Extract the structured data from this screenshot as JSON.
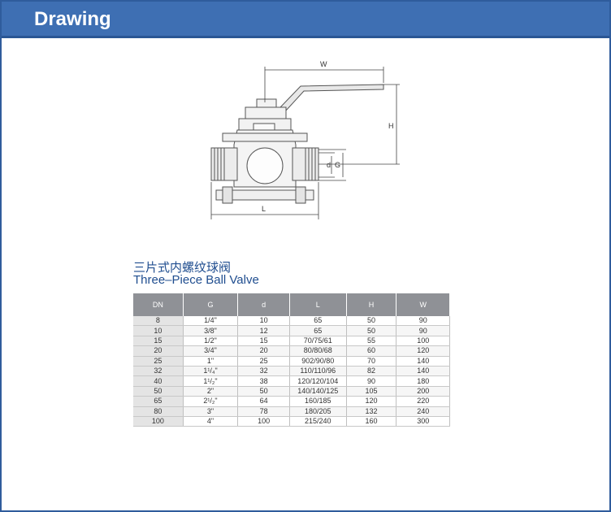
{
  "header": {
    "title": "Drawing"
  },
  "drawing": {
    "labels": {
      "w": "W",
      "h": "H",
      "d": "d",
      "g": "G",
      "l": "L"
    }
  },
  "product": {
    "title_cn": "三片式内螺纹球阀",
    "title_en": "Three–Piece Ball Valve"
  },
  "table": {
    "columns": [
      "DN",
      "G",
      "d",
      "L",
      "H",
      "W"
    ],
    "rows": [
      [
        "8",
        "1/4\"",
        "10",
        "65",
        "50",
        "90"
      ],
      [
        "10",
        "3/8\"",
        "12",
        "65",
        "50",
        "90"
      ],
      [
        "15",
        "1/2\"",
        "15",
        "70/75/61",
        "55",
        "100"
      ],
      [
        "20",
        "3/4\"",
        "20",
        "80/80/68",
        "60",
        "120"
      ],
      [
        "25",
        "1\"",
        "25",
        "902/90/80",
        "70",
        "140"
      ],
      [
        "32",
        "1¹/₄\"",
        "32",
        "110/110/96",
        "82",
        "140"
      ],
      [
        "40",
        "1¹/₂\"",
        "38",
        "120/120/104",
        "90",
        "180"
      ],
      [
        "50",
        "2\"",
        "50",
        "140/140/125",
        "105",
        "200"
      ],
      [
        "65",
        "2¹/₂\"",
        "64",
        "160/185",
        "120",
        "220"
      ],
      [
        "80",
        "3\"",
        "78",
        "180/205",
        "132",
        "240"
      ],
      [
        "100",
        "4\"",
        "100",
        "215/240",
        "160",
        "300"
      ]
    ]
  }
}
